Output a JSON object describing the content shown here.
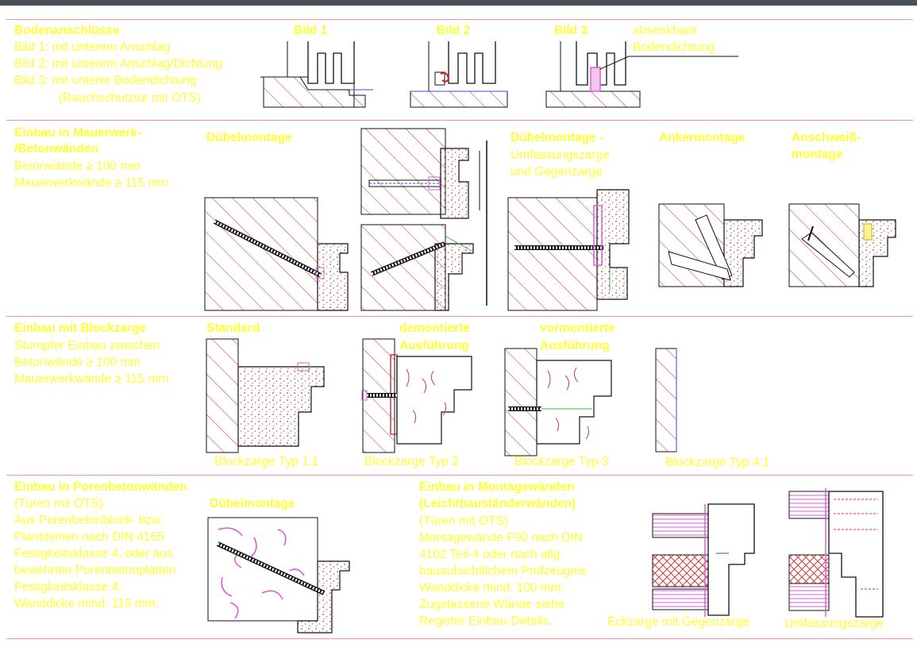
{
  "colors": {
    "text": "#ffff33",
    "accent_magenta": "#e05bd8",
    "hatch": "#d23a3a",
    "line": "#111111",
    "divider": "#ef9a9a",
    "topbar": "#4a4f55"
  },
  "sections": {
    "boden": {
      "heading": "Bodenanschlüsse",
      "lines": [
        "Bild 1: mit unterem Anschlag",
        "Bild 2: mit unterem Anschlag/Dichtung",
        "Bild 3: mit unterer Bodendichtung",
        "(Rauchschutztür mit OTS)"
      ],
      "bild1": "Bild 1",
      "bild2": "Bild 2",
      "bild3": "Bild 3",
      "absenk": [
        "absenkbare",
        "Bodendichtung"
      ]
    },
    "mauerwerk": {
      "heading": [
        "Einbau in Mauerwerk-",
        "/Betonwänden"
      ],
      "lines": [
        "Betonwände  ≥ 100 mm",
        "Mauerwerkwände ≥ 115 mm"
      ],
      "duebel": "Dübelmontage",
      "duebel_umf": [
        "Dübelmontage -",
        "Umfassungszarge",
        "und Gegenzarge"
      ],
      "anker": "Ankermontage",
      "schweiss": [
        "Anschweiß-",
        "montage"
      ]
    },
    "blockzarge": {
      "heading": "Einbau mit Blockzarge",
      "lines": [
        "Stumpfer Einbau zwischen",
        "Betonwände ≥ 100 mm",
        "Mauerwerkwände ≥ 115 mm"
      ],
      "standard": "Standard",
      "demont": [
        "demontierte",
        "Ausführung"
      ],
      "vormont": [
        "vormontierte",
        "Ausführung"
      ],
      "typ11": "Blockzarge Typ 1.1",
      "typ2": "Blockzarge Typ 2",
      "typ3": "Blockzarge Typ 3",
      "typ41": "Blockzarge Typ 4.1"
    },
    "poren": {
      "heading": "Einbau in Porenbetonwänden",
      "lines": [
        "(Türen mit OTS)",
        "Aus Porenbetonblock- bzw.",
        "Plansteinen nach DIN 4165",
        "Festigkeitsklasse 4, oder aus",
        "bewehrten Porenbetonplatten",
        "Festigkeitsklasse 4.",
        "Wanddicke mind. 115 mm."
      ],
      "duebel": "Dübelmontage"
    },
    "montage": {
      "heading": [
        "Einbau in Montagewänden",
        "(Leichtbauständerwänden)"
      ],
      "lines": [
        "(Türen mit OTS)",
        "Montagewände F90 nach DIN",
        "4102 Teil-4 oder nach allg.",
        "bauaufsichtlichem Prüfzeugnis",
        "Wanddicke mind. 100 mm.",
        "Zugelassene Wände siehe",
        "Register Einbau-Details."
      ],
      "eck": "Eckzarge mit Gegenzarge",
      "umf": "Umfassungszarge"
    }
  }
}
